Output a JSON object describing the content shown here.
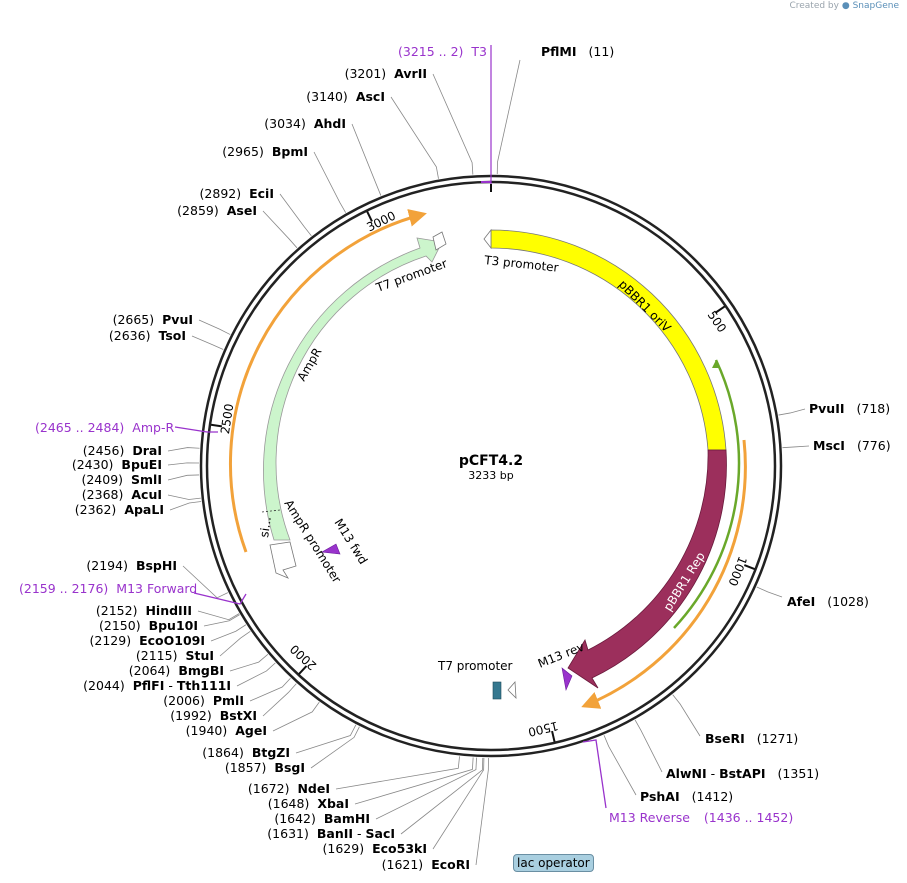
{
  "credit": {
    "prefix": "Created by",
    "brand": "SnapGene"
  },
  "plasmid": {
    "name": "pCFT4.2",
    "length_label": "3233 bp",
    "length": 3233
  },
  "colors": {
    "backbone": "#222222",
    "orange_arrow": "#f2a23a",
    "green_arrow": "#6aa82a",
    "ampr": "#ccf5cc",
    "oriv": "#ffff00",
    "rep": "#9c2f5c",
    "primer": "#9933cc",
    "lac": "#35788f"
  },
  "ticks": [
    {
      "pos": 500,
      "label": "500"
    },
    {
      "pos": 1000,
      "label": "1000"
    },
    {
      "pos": 1500,
      "label": "1500"
    },
    {
      "pos": 2000,
      "label": "2000"
    },
    {
      "pos": 2500,
      "label": "2500"
    },
    {
      "pos": 3000,
      "label": "3000"
    }
  ],
  "features": {
    "t3_promoter_top": "T3 promoter",
    "oriv": "pBBR1 oriV",
    "rep": "pBBR1 Rep",
    "m13_rev": "M13 rev",
    "t7_promoter_bottom": "T7 promoter",
    "m13_fwd": "M13 fwd",
    "ampr_promoter": "AmpR promoter",
    "ampr": "AmpR",
    "signal": "si...",
    "t7_promoter_top": "T7 promoter"
  },
  "lac_operator": "lac operator",
  "primers_top": {
    "pos": "(3215 .. 2)",
    "name": "T3"
  },
  "enzymes_right": [
    {
      "name": "PflMI",
      "pos": "(11)"
    },
    {
      "name": "PvuII",
      "pos": "(718)"
    },
    {
      "name": "MscI",
      "pos": "(776)"
    },
    {
      "name": "AfeI",
      "pos": "(1028)"
    },
    {
      "name": "BseRI",
      "pos": "(1271)"
    },
    {
      "name": "AlwNI",
      "sep": " - ",
      "name2": "BstAPI",
      "pos": "(1351)"
    },
    {
      "name": "PshAI",
      "pos": "(1412)"
    }
  ],
  "primer_right": {
    "name": "M13 Reverse",
    "pos": "(1436 .. 1452)"
  },
  "enzymes_left": [
    {
      "pos": "(3201)",
      "name": "AvrII"
    },
    {
      "pos": "(3140)",
      "name": "AscI"
    },
    {
      "pos": "(3034)",
      "name": "AhdI"
    },
    {
      "pos": "(2965)",
      "name": "BpmI"
    },
    {
      "pos": "(2892)",
      "name": "EciI"
    },
    {
      "pos": "(2859)",
      "name": "AseI"
    },
    {
      "pos": "(2665)",
      "name": "PvuI"
    },
    {
      "pos": "(2636)",
      "name": "TsoI"
    },
    {
      "pos": "(2456)",
      "name": "DraI"
    },
    {
      "pos": "(2430)",
      "name": "BpuEI"
    },
    {
      "pos": "(2409)",
      "name": "SmlI"
    },
    {
      "pos": "(2368)",
      "name": "AcuI"
    },
    {
      "pos": "(2362)",
      "name": "ApaLI"
    },
    {
      "pos": "(2194)",
      "name": "BspHI"
    },
    {
      "pos": "(2152)",
      "name": "HindIII"
    },
    {
      "pos": "(2150)",
      "name": "Bpu10I"
    },
    {
      "pos": "(2129)",
      "name": "EcoO109I"
    },
    {
      "pos": "(2115)",
      "name": "StuI"
    },
    {
      "pos": "(2064)",
      "name": "BmgBI"
    },
    {
      "pos": "(2044)",
      "name": "PflFI",
      "sep": " - ",
      "name2": "Tth111I"
    },
    {
      "pos": "(2006)",
      "name": "PmlI"
    },
    {
      "pos": "(1992)",
      "name": "BstXI"
    },
    {
      "pos": "(1940)",
      "name": "AgeI"
    },
    {
      "pos": "(1864)",
      "name": "BtgZI"
    },
    {
      "pos": "(1857)",
      "name": "BsgI"
    },
    {
      "pos": "(1672)",
      "name": "NdeI"
    },
    {
      "pos": "(1648)",
      "name": "XbaI"
    },
    {
      "pos": "(1642)",
      "name": "BamHI"
    },
    {
      "pos": "(1631)",
      "name": "BanII",
      "sep": " - ",
      "name2": "SacI"
    },
    {
      "pos": "(1629)",
      "name": "Eco53kI"
    },
    {
      "pos": "(1621)",
      "name": "EcoRI"
    }
  ],
  "primers_left": [
    {
      "pos": "(2465 .. 2484)",
      "name": "Amp-R"
    },
    {
      "pos": "(2159 .. 2176)",
      "name": "M13 Forward"
    }
  ]
}
